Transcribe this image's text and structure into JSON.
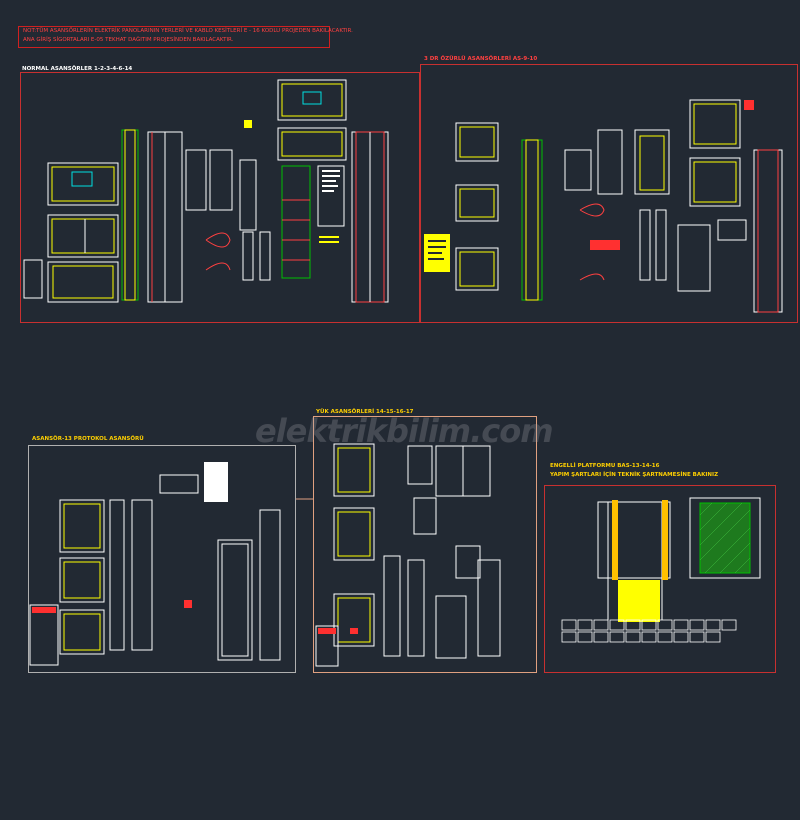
{
  "note": {
    "line1": "NOT:TÜM ASANSÖRLERİN ELEKTRİK PANOLARININ YERLERİ VE KABLO KESİTLERİ E - 16  KODLU PROJEDEN BAKILACAKTIR.",
    "line2": "ANA GİRİŞ SİGORTALARI E-05  TEKHAT DAĞITIM PROJESİNDEN BAKILACAKTIR."
  },
  "sheets": {
    "s1_title": "NORMAL ASANSÖRLER 1-2-3-4-6-14",
    "s2_title": "3 DR ÖZÜRLÜ ASANSÖRLERİ AS-9-10",
    "s3_title": "ASANSÖR-13 PROTOKOL ASANSÖRÜ",
    "s4_title": "YÜK ASANSÖRLERİ 14-15-16-17",
    "s5_title_line1": "ENGELLİ PLATFORMU BAS-13-14-16",
    "s5_title_line2": "YAPIM ŞARTLARI İÇİN TEKNİK ŞARTNAMESİNE  BAKINIZ"
  },
  "watermark": "elektrikbilim.com",
  "colors": {
    "background": "#222933",
    "frame_red": "#c83030",
    "cad_yellow": "#ffff00",
    "cad_green": "#00c000",
    "cad_white": "#ffffff"
  }
}
